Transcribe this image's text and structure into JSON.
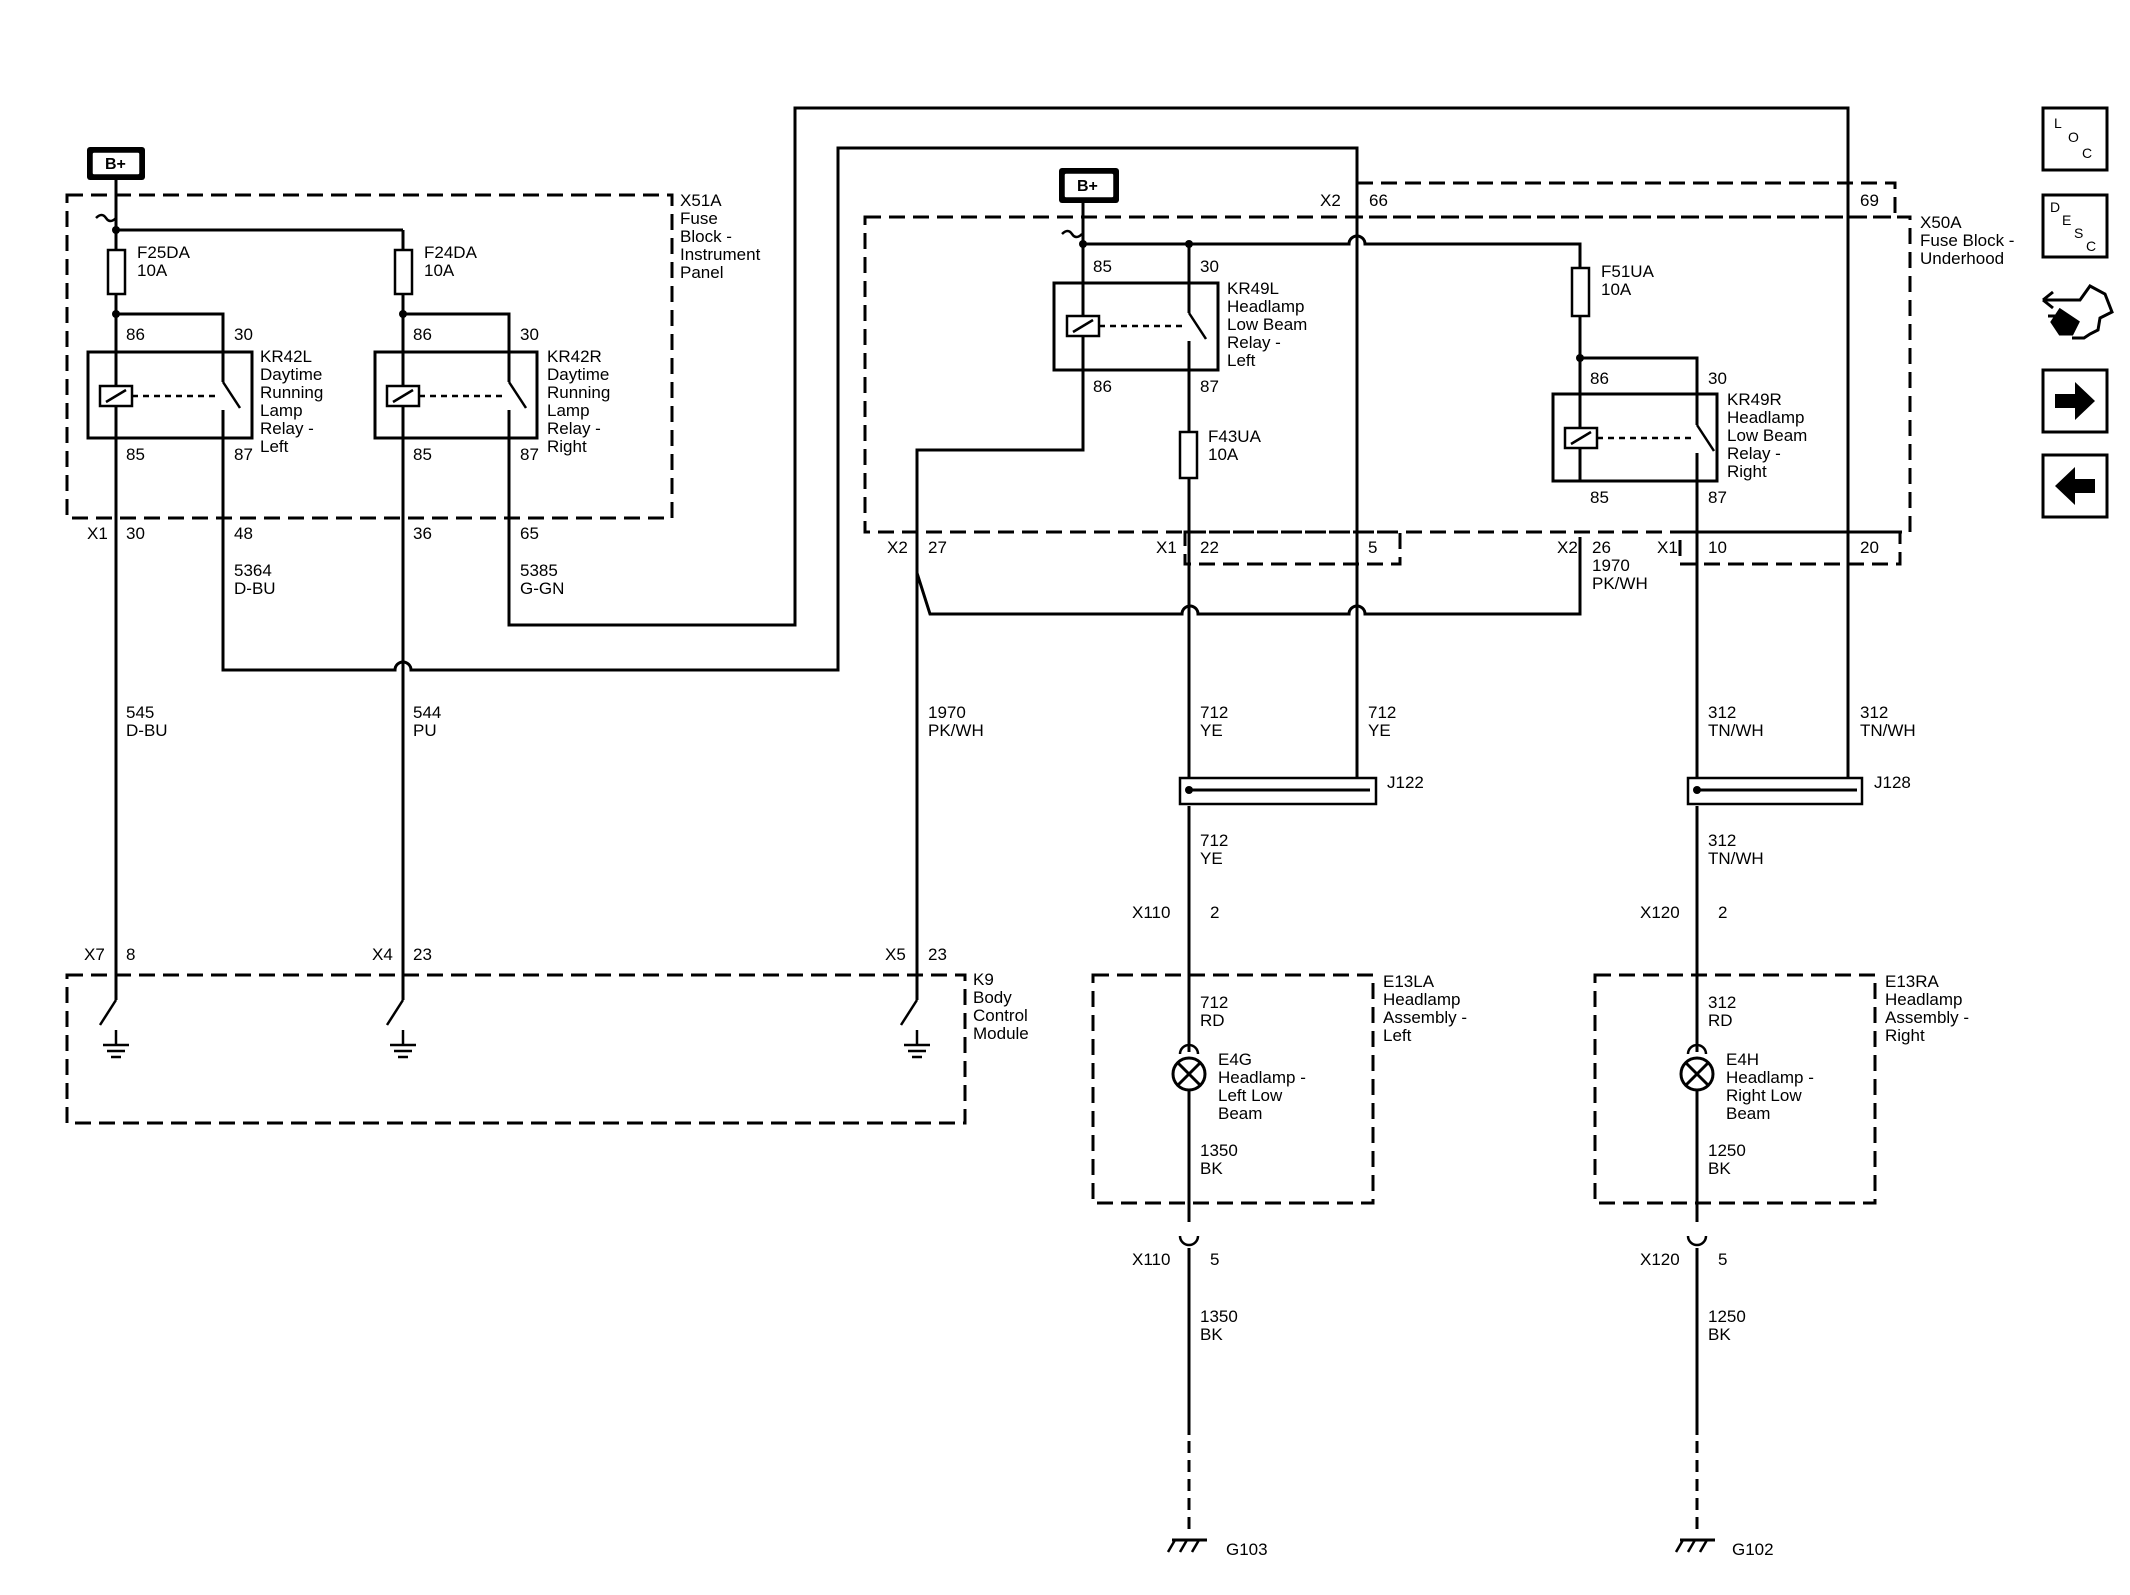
{
  "supply": {
    "left": "B+",
    "mid": "B+"
  },
  "modules": {
    "x51a": [
      "X51A",
      "Fuse",
      "Block -",
      "Instrument",
      "Panel"
    ],
    "x50a": [
      "X50A",
      "Fuse Block -",
      "Underhood"
    ],
    "k9": [
      "K9",
      "Body",
      "Control",
      "Module"
    ],
    "e13la": [
      "E13LA",
      "Headlamp",
      "Assembly -",
      "Left"
    ],
    "e13ra": [
      "E13RA",
      "Headlamp",
      "Assembly -",
      "Right"
    ]
  },
  "fuses": {
    "f25da": [
      "F25DA",
      "10A"
    ],
    "f24da": [
      "F24DA",
      "10A"
    ],
    "f51ua": [
      "F51UA",
      "10A"
    ],
    "f43ua": [
      "F43UA",
      "10A"
    ]
  },
  "relays": {
    "kr42l": [
      "KR42L",
      "Daytime",
      "Running",
      "Lamp",
      "Relay -",
      "Left"
    ],
    "kr42r": [
      "KR42R",
      "Daytime",
      "Running",
      "Lamp",
      "Relay -",
      "Right"
    ],
    "kr49l": [
      "KR49L",
      "Headlamp",
      "Low Beam",
      "Relay -",
      "Left"
    ],
    "kr49r": [
      "KR49R",
      "Headlamp",
      "Low Beam",
      "Relay -",
      "Right"
    ]
  },
  "pins": {
    "p86": "86",
    "p30": "30",
    "p85": "85",
    "p87": "87",
    "p48": "48",
    "p36": "36",
    "p65": "65",
    "p66": "66",
    "p69": "69",
    "p27": "27",
    "p22": "22",
    "p5": "5",
    "p26": "26",
    "p10": "10",
    "p20": "20",
    "p8": "8",
    "p23": "23",
    "p2": "2"
  },
  "connectors": {
    "x1": "X1",
    "x2": "X2",
    "x4": "X4",
    "x5": "X5",
    "x7": "X7",
    "x110": "X110",
    "x120": "X120",
    "j122": "J122",
    "j128": "J128"
  },
  "wires": {
    "c5364": [
      "5364",
      "D-BU"
    ],
    "c5385": [
      "5385",
      "G-GN"
    ],
    "c545": [
      "545",
      "D-BU"
    ],
    "c544": [
      "544",
      "PU"
    ],
    "c1970": [
      "1970",
      "PK/WH"
    ],
    "c712": [
      "712",
      "YE"
    ],
    "c712rd": [
      "712",
      "RD"
    ],
    "c312": [
      "312",
      "TN/WH"
    ],
    "c312rd": [
      "312",
      "RD"
    ],
    "c1350": [
      "1350",
      "BK"
    ],
    "c1250": [
      "1250",
      "BK"
    ]
  },
  "lamps": {
    "e4g": [
      "E4G",
      "Headlamp -",
      "Left Low",
      "Beam"
    ],
    "e4h": [
      "E4H",
      "Headlamp -",
      "Right Low",
      "Beam"
    ]
  },
  "grounds": {
    "g103": "G103",
    "g102": "G102"
  },
  "nav": {
    "loc": [
      "L",
      "O",
      "C"
    ],
    "desc": [
      "D",
      "E",
      "S",
      "C"
    ]
  }
}
